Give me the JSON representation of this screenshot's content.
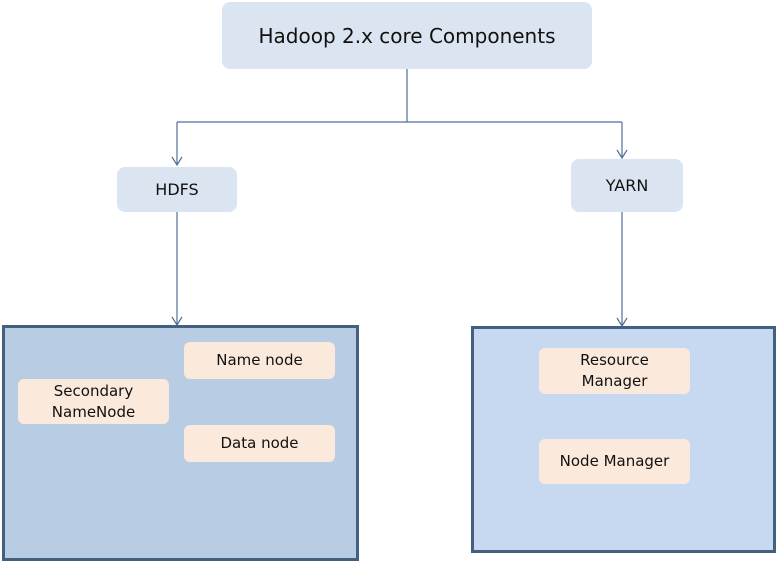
{
  "title": "Hadoop 2.x core Components",
  "branches": [
    {
      "label": "HDFS",
      "components": [
        "Name node",
        "Secondary NameNode",
        "Data node"
      ]
    },
    {
      "label": "YARN",
      "components": [
        "Resource Manager",
        "Node Manager"
      ]
    }
  ],
  "colors": {
    "top_box_fill": "#dbe5f1",
    "component_fill": "#fbe9db",
    "hdfs_container_fill": "#b8cce4",
    "yarn_container_fill": "#c6d9f1",
    "container_border": "#44607f",
    "connector": "#4f6f9a"
  }
}
